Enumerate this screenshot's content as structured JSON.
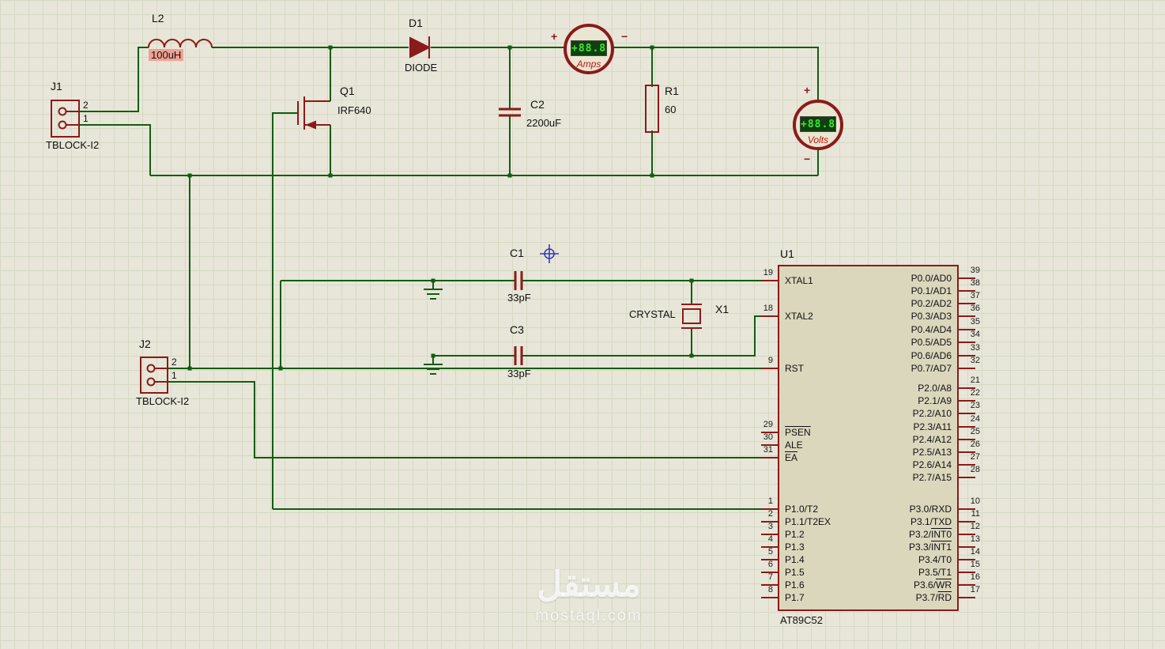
{
  "colors": {
    "wire": "#135c13",
    "component": "#8b1a1a",
    "chip_fill": "#dbd7bd",
    "meter_fill": "#e9e6d3",
    "display_bg": "#10400f",
    "display_text": "#3fe63a",
    "meter_label": "#c21807",
    "highlight": "#f0a193",
    "marker_blue": "#3333bb"
  },
  "components": {
    "j1": {
      "ref": "J1",
      "value": "TBLOCK-I2",
      "pin2": "2",
      "pin1": "1"
    },
    "j2": {
      "ref": "J2",
      "value": "TBLOCK-I2",
      "pin2": "2",
      "pin1": "1"
    },
    "l2": {
      "ref": "L2",
      "value": "100uH"
    },
    "d1": {
      "ref": "D1",
      "value": "DIODE"
    },
    "q1": {
      "ref": "Q1",
      "value": "IRF640"
    },
    "c2": {
      "ref": "C2",
      "value": "2200uF"
    },
    "r1": {
      "ref": "R1",
      "value": "60"
    },
    "c1": {
      "ref": "C1",
      "value": "33pF"
    },
    "c3": {
      "ref": "C3",
      "value": "33pF"
    },
    "x1": {
      "ref": "X1",
      "value": "CRYSTAL"
    },
    "ammeter": {
      "display": "+88.8",
      "label": "Amps",
      "plus": "+",
      "minus": "−"
    },
    "voltmeter": {
      "display": "+88.8",
      "label": "Volts",
      "plus": "+",
      "minus": "−"
    }
  },
  "u1": {
    "ref": "U1",
    "part": "AT89C52",
    "left_pins": [
      {
        "num": "19",
        "name": "XTAL1"
      },
      {
        "num": "18",
        "name": "XTAL2"
      },
      {
        "num": "9",
        "name": "RST"
      },
      {
        "num": "29",
        "over": "PSEN"
      },
      {
        "num": "30",
        "name": "ALE"
      },
      {
        "num": "31",
        "over": "EA"
      },
      {
        "num": "1",
        "name": "P1.0/T2"
      },
      {
        "num": "2",
        "name": "P1.1/T2EX"
      },
      {
        "num": "3",
        "name": "P1.2"
      },
      {
        "num": "4",
        "name": "P1.3"
      },
      {
        "num": "5",
        "name": "P1.4"
      },
      {
        "num": "6",
        "name": "P1.5"
      },
      {
        "num": "7",
        "name": "P1.6"
      },
      {
        "num": "8",
        "name": "P1.7"
      }
    ],
    "right_pins": [
      {
        "num": "39",
        "name": "P0.0/AD0"
      },
      {
        "num": "38",
        "name": "P0.1/AD1"
      },
      {
        "num": "37",
        "name": "P0.2/AD2"
      },
      {
        "num": "36",
        "name": "P0.3/AD3"
      },
      {
        "num": "35",
        "name": "P0.4/AD4"
      },
      {
        "num": "34",
        "name": "P0.5/AD5"
      },
      {
        "num": "33",
        "name": "P0.6/AD6"
      },
      {
        "num": "32",
        "name": "P0.7/AD7"
      },
      {
        "num": "21",
        "name": "P2.0/A8"
      },
      {
        "num": "22",
        "name": "P2.1/A9"
      },
      {
        "num": "23",
        "name": "P2.2/A10"
      },
      {
        "num": "24",
        "name": "P2.3/A11"
      },
      {
        "num": "25",
        "name": "P2.4/A12"
      },
      {
        "num": "26",
        "name": "P2.5/A13"
      },
      {
        "num": "27",
        "name": "P2.6/A14"
      },
      {
        "num": "28",
        "name": "P2.7/A15"
      },
      {
        "num": "10",
        "name": "P3.0/RXD"
      },
      {
        "num": "11",
        "name": "P3.1/TXD"
      },
      {
        "num": "12",
        "name": "P3.2/",
        "over": "INT0"
      },
      {
        "num": "13",
        "name": "P3.3/",
        "over": "INT1"
      },
      {
        "num": "14",
        "name": "P3.4/T0"
      },
      {
        "num": "15",
        "name": "P3.5/T1"
      },
      {
        "num": "16",
        "name": "P3.6/",
        "over": "WR"
      },
      {
        "num": "17",
        "name": "P3.7/",
        "over": "RD"
      }
    ]
  },
  "watermark": {
    "title": "مستقل",
    "subtitle": "mostaql.com"
  }
}
